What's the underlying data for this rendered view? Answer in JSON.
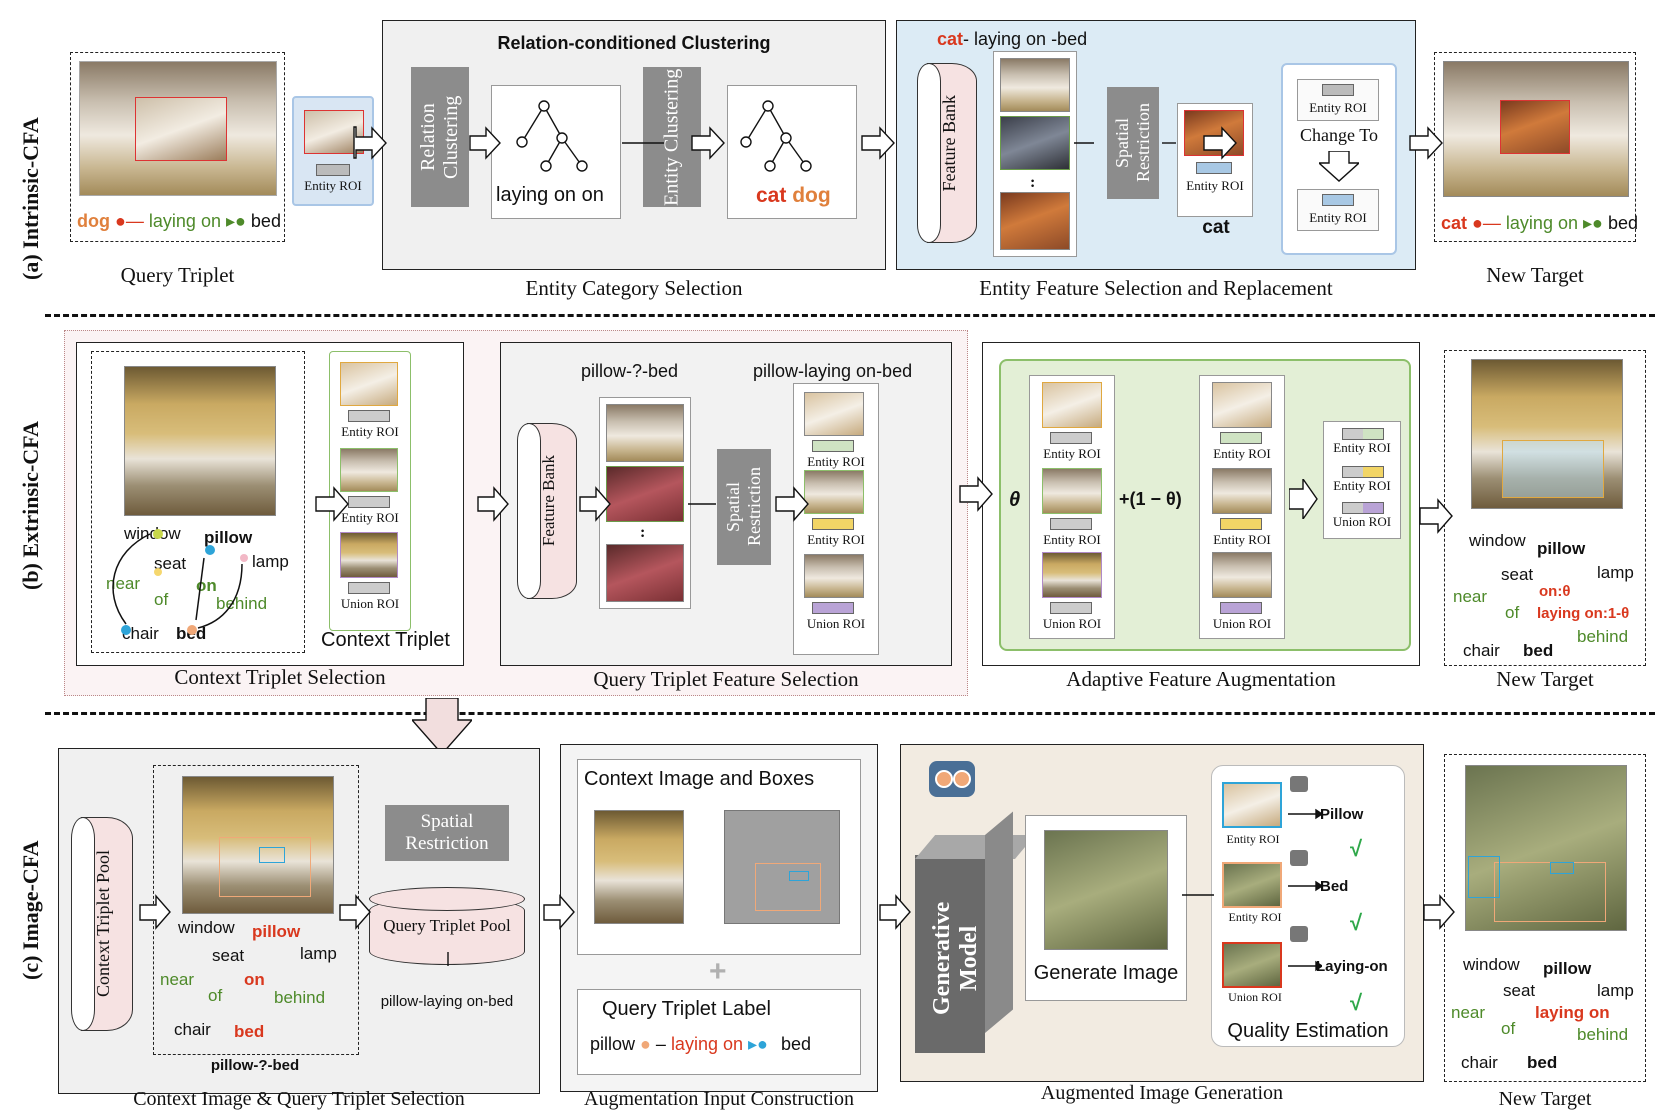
{
  "sections": {
    "a": "(a) Intrinsic-CFA",
    "b": "(b) Extrinsic-CFA",
    "c": "(c) Image-CFA"
  },
  "row_a": {
    "query_caption": "Query Triplet",
    "query_triplet": {
      "subject": "dog",
      "predicate": "laying on",
      "object": "bed"
    },
    "entity_roi": "Entity ROI",
    "clustering_title": "Relation-conditioned Clustering",
    "relation_clustering": "Relation Clustering",
    "entity_clustering": "Entity Clustering",
    "tree1_leaves": "laying on on",
    "tree2_leaf_cat": "cat",
    "tree2_leaf_dog": "dog",
    "category_caption": "Entity Category Selection",
    "feature_header_subject": "cat",
    "feature_header_rest": "- laying on -bed",
    "feature_bank": "Feature Bank",
    "spatial_restriction": "Spatial Restriction",
    "cat_entity_roi": "Entity ROI",
    "cat_label": "cat",
    "change_entity_roi_top": "Entity ROI",
    "change_to": "Change To",
    "change_entity_roi_bottom": "Entity ROI",
    "ellipsis": ":",
    "feature_caption": "Entity Feature Selection and Replacement",
    "new_target_caption": "New Target",
    "new_triplet": {
      "subject": "cat",
      "predicate": "laying on",
      "object": "bed"
    }
  },
  "row_b": {
    "graph": {
      "window": "window",
      "pillow": "pillow",
      "seat": "seat",
      "lamp": "lamp",
      "near": "near",
      "on": "on",
      "of": "of",
      "behind": "behind",
      "chair": "chair",
      "bed": "bed"
    },
    "context_caption": "Context Triplet Selection",
    "context_triplet_label": "Context Triplet",
    "ctx_roi1": "Entity ROI",
    "ctx_roi2": "Entity ROI",
    "ctx_roi3": "Union ROI",
    "query_header1": "pillow-?-bed",
    "query_header2": "pillow-laying on-bed",
    "feature_bank": "Feature Bank",
    "spatial_restriction": "Spatial Restriction",
    "q_roi1": "Entity ROI",
    "q_roi2": "Entity ROI",
    "q_roi3": "Union ROI",
    "ellipsis": ":",
    "query_caption": "Query Triplet Feature Selection",
    "theta": "θ",
    "one_minus_theta": "+(1 − θ)",
    "aug_left": [
      "Entity ROI",
      "Entity ROI",
      "Union ROI"
    ],
    "aug_right": [
      "Entity ROI",
      "Entity ROI",
      "Union ROI"
    ],
    "aug_out": [
      "Entity ROI",
      "Entity ROI",
      "Union ROI"
    ],
    "aug_caption": "Adaptive Feature Augmentation",
    "new_target_caption": "New Target",
    "new_on": "on:θ",
    "new_laying": "laying on:1-θ"
  },
  "row_c": {
    "pool": "Context Triplet Pool",
    "graph": {
      "window": "window",
      "pillow": "pillow",
      "seat": "seat",
      "lamp": "lamp",
      "near": "near",
      "on": "on",
      "of": "of",
      "behind": "behind",
      "chair": "chair",
      "bed": "bed"
    },
    "pillow_q": "pillow-?-bed",
    "spatial_restriction": "Spatial Restriction",
    "query_pool": "Query Triplet Pool",
    "query_result": "pillow-laying on-bed",
    "select_caption": "Context Image & Query Triplet Selection",
    "context_boxes": "Context Image and Boxes",
    "plus": "+",
    "query_label_title": "Query Triplet Label",
    "query_label": {
      "subject": "pillow",
      "predicate": "laying on",
      "object": "bed"
    },
    "input_caption": "Augmentation Input Construction",
    "generative_model": "Generative Model",
    "generate_image": "Generate Image",
    "qe": [
      {
        "roi": "Entity ROI",
        "label": "Pillow"
      },
      {
        "roi": "Entity ROI",
        "label": "Bed"
      },
      {
        "roi": "Union ROI",
        "label": "Laying-on"
      }
    ],
    "check": "√",
    "quality_caption": "Quality Estimation",
    "gen_caption": "Augmented Image Generation",
    "new_target_caption": "New Target",
    "new_laying": "laying on"
  },
  "colors": {
    "red": "#d9381e",
    "green": "#4e8a2a",
    "orange": "#e0803c",
    "grey": "#8c8c8c"
  }
}
